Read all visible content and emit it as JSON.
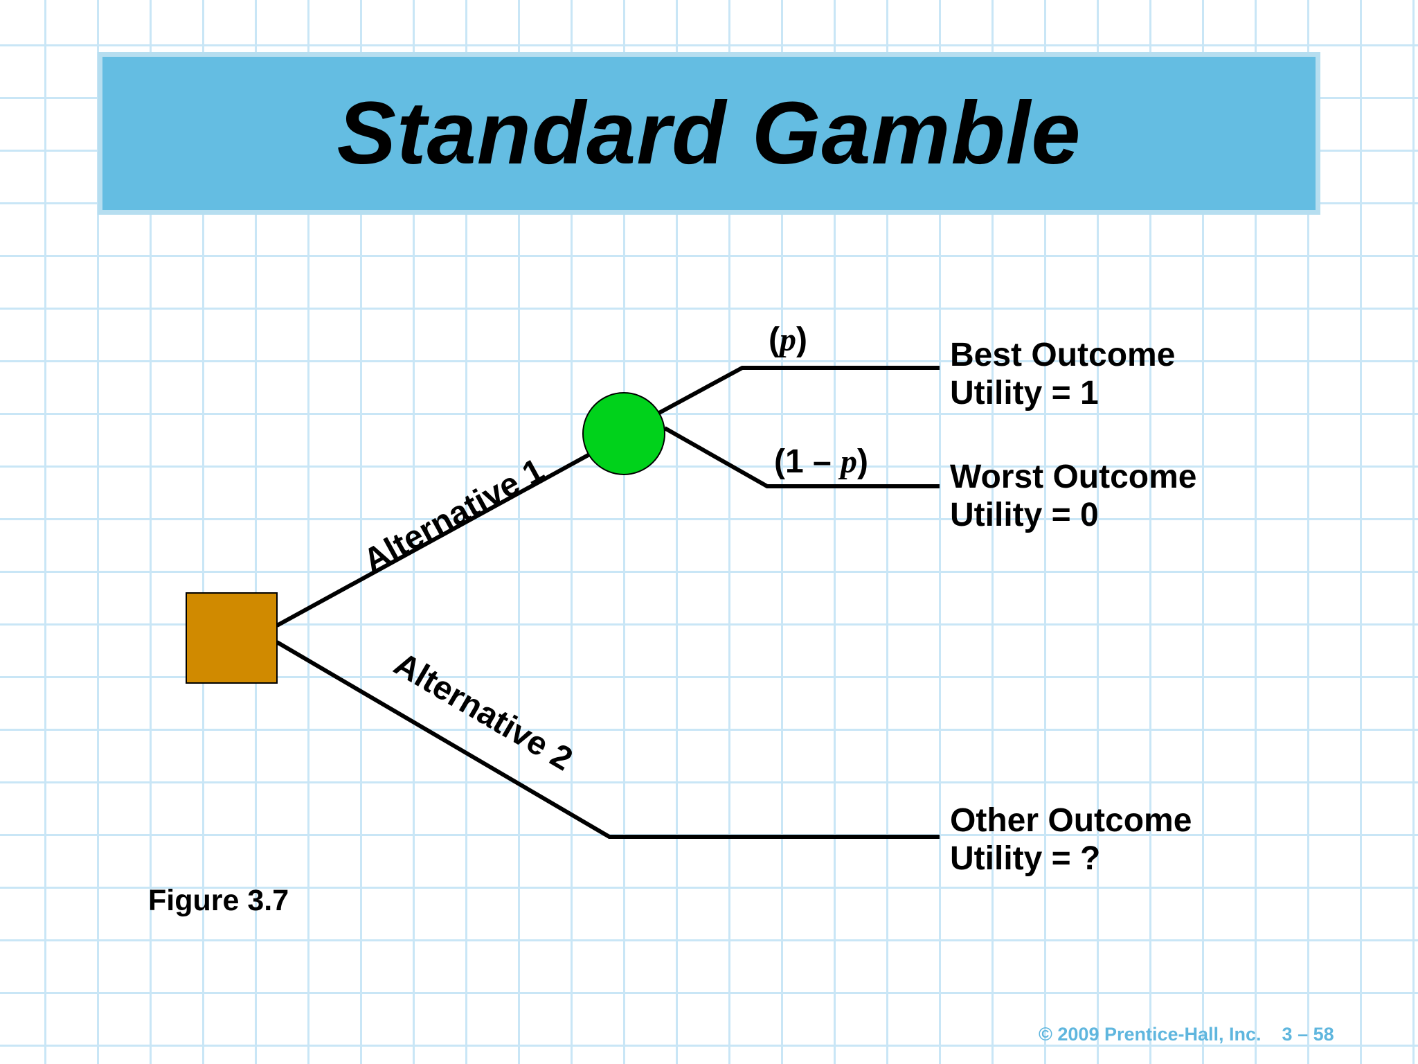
{
  "title": "Standard Gamble",
  "branches": {
    "alternative_1": "Alternative 1",
    "alternative_2": "Alternative 2"
  },
  "probabilities": {
    "upper_open": "(",
    "upper_var": "p",
    "upper_close": ")",
    "lower_open": "(1 – ",
    "lower_var": "p",
    "lower_close": ")"
  },
  "outcomes": {
    "best": {
      "name": "Best Outcome",
      "utility": "Utility = 1"
    },
    "worst": {
      "name": "Worst Outcome",
      "utility": "Utility = 0"
    },
    "other": {
      "name": "Other Outcome",
      "utility": "Utility = ?"
    }
  },
  "figure_label": "Figure 3.7",
  "footer": {
    "copyright": "© 2009 Prentice-Hall, Inc.",
    "page": "3 – 58"
  },
  "colors": {
    "title_bar": "#64bde2",
    "grid": "#c9e6f6",
    "decision_node": "#d08a00",
    "chance_node": "#00d21b",
    "footer_text": "#5fb6de"
  }
}
